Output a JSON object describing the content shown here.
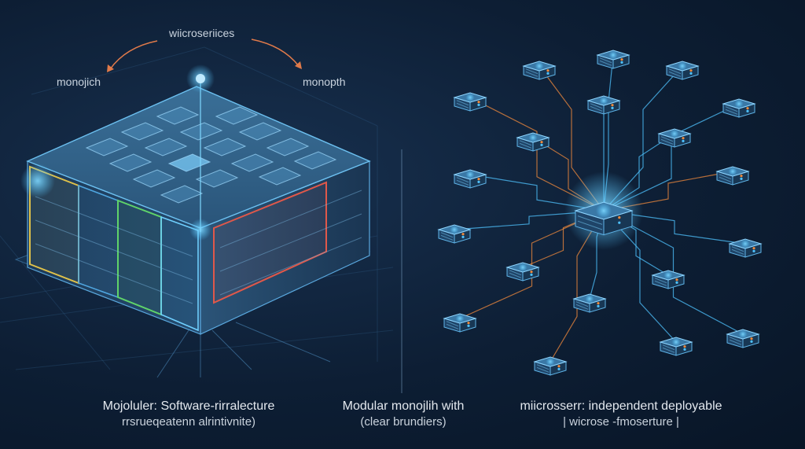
{
  "labels": {
    "top_center": "wiicroseriices",
    "top_left": "monojich",
    "top_right": "monopth"
  },
  "captions": {
    "left_line1": "Mojoluler: Software-rirralecture",
    "left_line2": "rrsrueqeatenn alrintivnite)",
    "center_line1": "Modular monojlih with",
    "center_line2": "(clear brundiers)",
    "right_line1": "miicrosserr: independent deployable",
    "right_line2": "| wicrose -fmoserture |"
  },
  "colors": {
    "background": "#0b1a2e",
    "glow": "#4fc3ff",
    "module_yellow": "#e0c24a",
    "module_green": "#5fd36a",
    "module_red": "#e0584a",
    "connector_orange": "#f08a3c",
    "arrow": "#e07a4a"
  },
  "diagram": {
    "microservice_node_count": 19,
    "central_node": "hub"
  }
}
